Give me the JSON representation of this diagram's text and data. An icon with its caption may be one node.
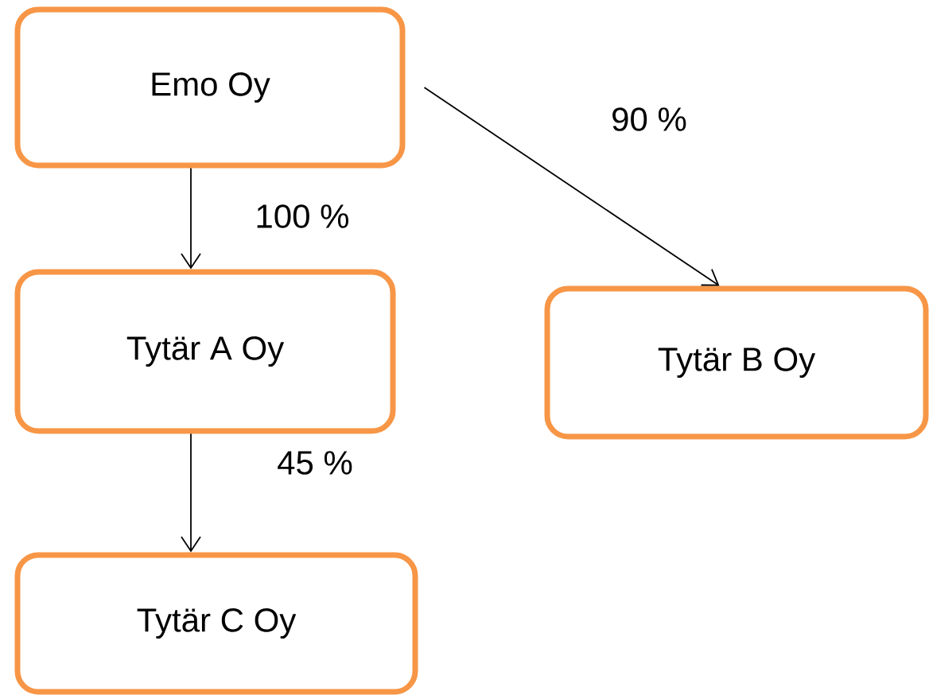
{
  "diagram": {
    "nodes": [
      {
        "text": [
          "Emo Oy"
        ]
      },
      {
        "text": [
          "Tytär A Oy"
        ]
      },
      {
        "text": [
          "Tytär B Oy"
        ]
      },
      {
        "text": [
          "Tytär C Oy"
        ]
      }
    ],
    "edges": [
      {
        "from": 0,
        "to": 1,
        "arrow": "to",
        "label": "100 %"
      },
      {
        "from": 0,
        "to": 2,
        "arrow": "to",
        "label": "90 %"
      },
      {
        "from": 1,
        "to": 3,
        "arrow": "to",
        "label": "45 %"
      }
    ]
  }
}
